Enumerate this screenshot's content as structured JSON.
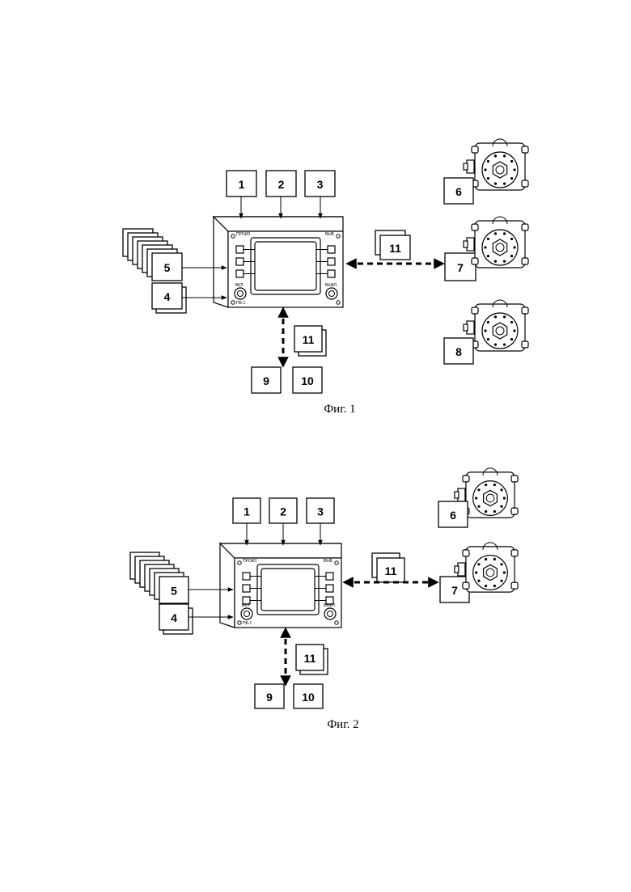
{
  "figures": [
    {
      "caption": "Фиг. 1",
      "device_label": "ПБ-1",
      "device_panel_left": "ПРОИЗ",
      "device_panel_right": "ВЫБ",
      "device_knob_left": "ВКЛ",
      "device_knob_right": "ВЫКЛ",
      "labels": {
        "b1": "1",
        "b2": "2",
        "b3": "3",
        "b4": "4",
        "b5": "5",
        "b6": "6",
        "b7": "7",
        "b8": "8",
        "b9": "9",
        "b10": "10",
        "b11a": "11",
        "b11b": "11"
      }
    },
    {
      "caption": "Фиг. 2",
      "device_label": "ПБ-1",
      "device_panel_left": "ПРОИЗ",
      "device_panel_right": "ВЫБ",
      "device_knob_left": "ВКЛ",
      "device_knob_right": "ВЫКЛ",
      "labels": {
        "b1": "1",
        "b2": "2",
        "b3": "3",
        "b4": "4",
        "b5": "5",
        "b6": "6",
        "b7": "7",
        "b9": "9",
        "b10": "10",
        "b11a": "11",
        "b11b": "11"
      }
    }
  ]
}
